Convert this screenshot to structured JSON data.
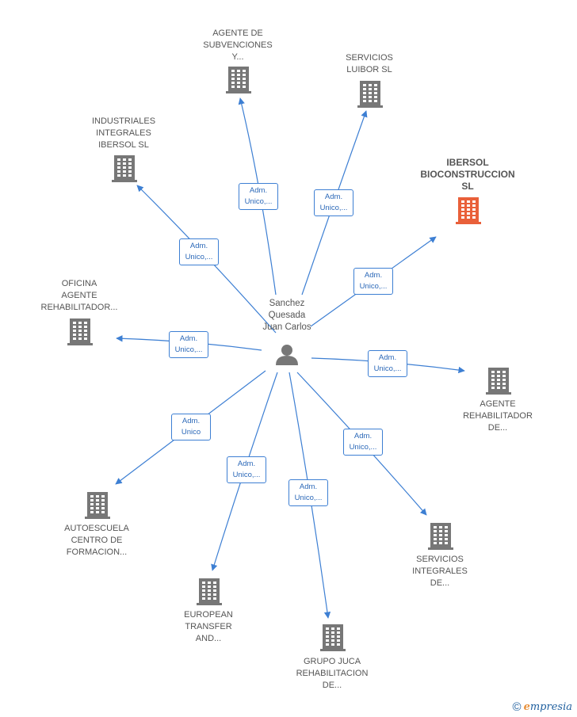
{
  "center": {
    "label": "Sanchez\nQuesada\nJuan Carlos",
    "icon": "person-icon"
  },
  "colors": {
    "edge": "#3d7fd3",
    "building": "#777777",
    "highlight_building": "#e9603a",
    "edge_label_text": "#2b68b8"
  },
  "nodes": [
    {
      "id": "agente-subvenciones",
      "label": "AGENTE DE\nSUBVENCIONES\nY...",
      "edge_label": "Adm.\nUnico,...",
      "highlight": false,
      "icon": "building-icon"
    },
    {
      "id": "servicios-luibor",
      "label": "SERVICIOS\nLUIBOR  SL",
      "edge_label": "Adm.\nUnico,...",
      "highlight": false,
      "icon": "building-icon"
    },
    {
      "id": "industriales-integrales",
      "label": "INDUSTRIALES\nINTEGRALES\nIBERSOL  SL",
      "edge_label": "Adm.\nUnico,...",
      "highlight": false,
      "icon": "building-icon"
    },
    {
      "id": "ibersol-bioconstruccion",
      "label": "IBERSOL\nBIOCONSTRUCCION\nSL",
      "edge_label": "Adm.\nUnico,...",
      "highlight": true,
      "icon": "building-icon"
    },
    {
      "id": "oficina-agente",
      "label": "OFICINA\nAGENTE\nREHABILITADOR...",
      "edge_label": "Adm.\nUnico,...",
      "highlight": false,
      "icon": "building-icon"
    },
    {
      "id": "agente-rehabilitador",
      "label": "AGENTE\nREHABILITADOR\nDE...",
      "edge_label": "Adm.\nUnico,...",
      "highlight": false,
      "icon": "building-icon"
    },
    {
      "id": "autoescuela",
      "label": "AUTOESCUELA\nCENTRO DE\nFORMACION...",
      "edge_label": "Adm.\nUnico",
      "highlight": false,
      "icon": "building-icon"
    },
    {
      "id": "servicios-integrales",
      "label": "SERVICIOS\nINTEGRALES\nDE...",
      "edge_label": "Adm.\nUnico,...",
      "highlight": false,
      "icon": "building-icon"
    },
    {
      "id": "european-transfer",
      "label": "EUROPEAN\nTRANSFER\nAND...",
      "edge_label": "Adm.\nUnico,...",
      "highlight": false,
      "icon": "building-icon"
    },
    {
      "id": "grupo-juca",
      "label": "GRUPO JUCA\nREHABILITACION\nDE...",
      "edge_label": "Adm.\nUnico,...",
      "highlight": false,
      "icon": "building-icon"
    }
  ],
  "watermark": {
    "symbol": "©",
    "brand_initial": "e",
    "brand_rest": "mpresia"
  }
}
